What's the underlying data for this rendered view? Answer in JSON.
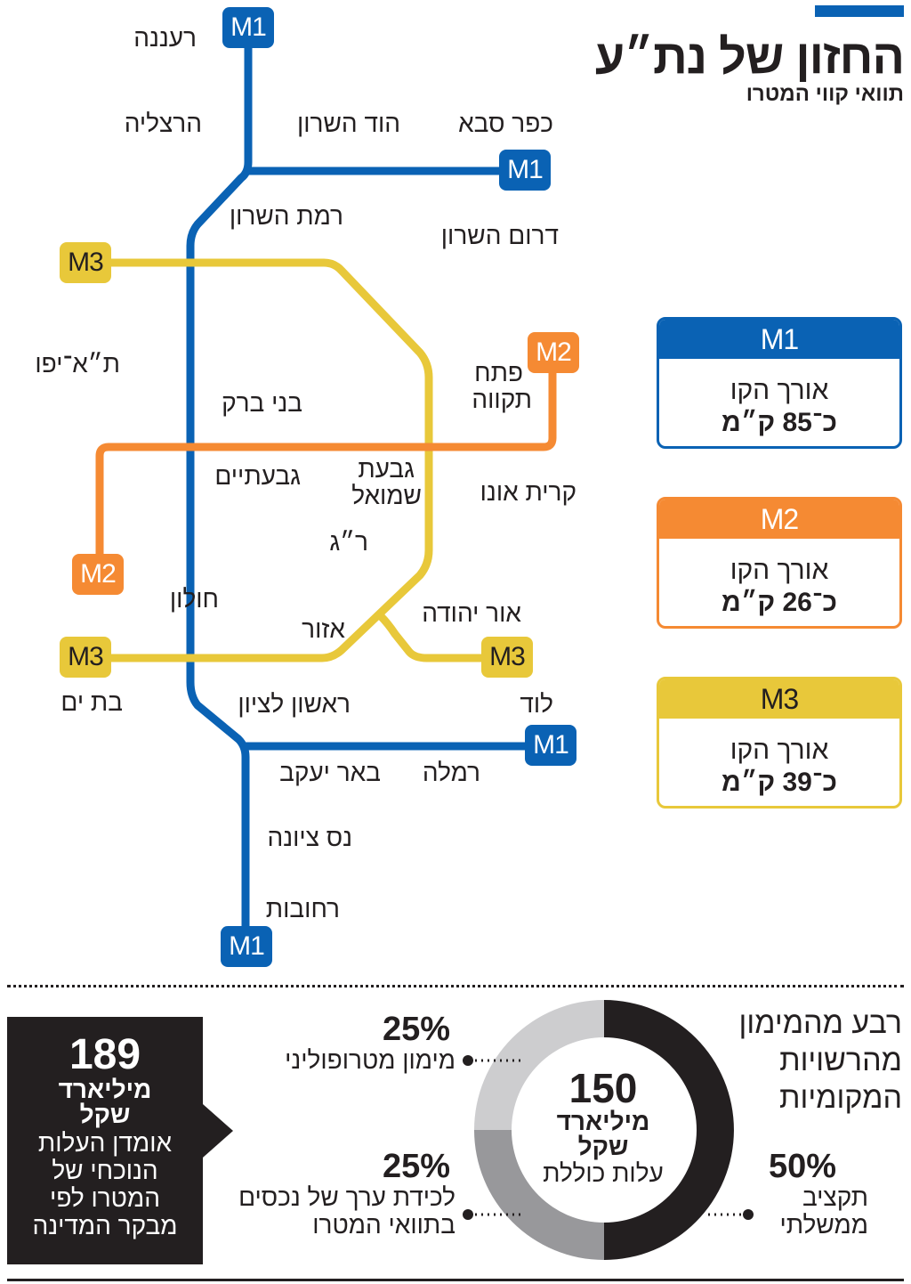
{
  "header": {
    "title": "החזון של נת״ע",
    "subtitle": "תוואי קווי המטרו",
    "accent_color": "#0a62b4"
  },
  "colors": {
    "m1": "#0a62b4",
    "m2": "#f58a33",
    "m3": "#e8c83a",
    "dark": "#231f20",
    "gray_light": "#cdcdcf",
    "gray_mid": "#98989b"
  },
  "map": {
    "badges": {
      "m1_north": "M1",
      "m1_east_kfar_saba": "M1",
      "m1_east_lod": "M1",
      "m1_south": "M1",
      "m2_east": "M2",
      "m2_west": "M2",
      "m3_north_west": "M3",
      "m3_south_west": "M3",
      "m3_south_east": "M3"
    },
    "stations": {
      "raanana": "רעננה",
      "herzliya": "הרצליה",
      "hod_hasharon": "הוד השרון",
      "kfar_saba": "כפר סבא",
      "ramat_hasharon": "רמת השרון",
      "darom_hasharon": "דרום השרון",
      "tel_aviv_yafo": "ת״א־יפו",
      "bnei_brak": "בני ברק",
      "petah_tikva_1": "פתח",
      "petah_tikva_2": "תקווה",
      "givatayim": "גבעתיים",
      "givat_shmuel_1": "גבעת",
      "givat_shmuel_2": "שמואל",
      "kiryat_ono": "קרית אונו",
      "ramat_gan": "ר״ג",
      "holon": "חולון",
      "azor": "אזור",
      "or_yehuda": "אור יהודה",
      "bat_yam": "בת ים",
      "rishon_lezion": "ראשון לציון",
      "lod": "לוד",
      "beer_yaakov": "באר יעקב",
      "ramla": "רמלה",
      "ness_ziona": "נס ציונה",
      "rehovot": "רחובות"
    }
  },
  "legend": [
    {
      "line": "M1",
      "label": "אורך הקו",
      "value": "כ־85 ק״מ"
    },
    {
      "line": "M2",
      "label": "אורך הקו",
      "value": "כ־26 ק״מ"
    },
    {
      "line": "M3",
      "label": "אורך הקו",
      "value": "כ־39 ק״מ"
    }
  ],
  "funding": {
    "callout": {
      "number": "189",
      "unit": "מיליארד שקל",
      "unit_line1": "מיליארד",
      "unit_line2": "שקל",
      "desc_lines": [
        "אומדן העלות",
        "הנוכחי של",
        "המטרו לפי",
        "מבקר המדינה"
      ]
    },
    "donut_center": {
      "number": "150",
      "unit_line1": "מיליארד",
      "unit_line2": "שקל",
      "caption": "עלות כוללת"
    },
    "local_heading_lines": [
      "רבע מהמימון",
      "מהרשויות",
      "המקומיות"
    ],
    "segments": [
      {
        "pct": "25%",
        "label_lines": [
          "מימון מטרופוליני"
        ]
      },
      {
        "pct": "25%",
        "label_lines": [
          "לכידת ערך של נכסים",
          "בתוואי המטרו"
        ]
      },
      {
        "pct": "50%",
        "label_lines": [
          "תקציב",
          "ממשלתי"
        ]
      }
    ]
  },
  "chart_data": {
    "type": "pie",
    "title": "150 מיליארד שקל עלות כוללת",
    "categories": [
      "תקציב ממשלתי",
      "לכידת ערך של נכסים בתוואי המטרו",
      "מימון מטרופוליני"
    ],
    "values": [
      50,
      25,
      25
    ],
    "unit": "%",
    "total": 150,
    "total_unit": "מיליארד שקל",
    "colors": [
      "#231f20",
      "#98989b",
      "#cdcdcf"
    ],
    "annotations": [
      "רבע מהמימון מהרשויות המקומיות",
      "189 מיליארד שקל אומדן העלות הנוכחי של המטרו לפי מבקר המדינה"
    ]
  }
}
